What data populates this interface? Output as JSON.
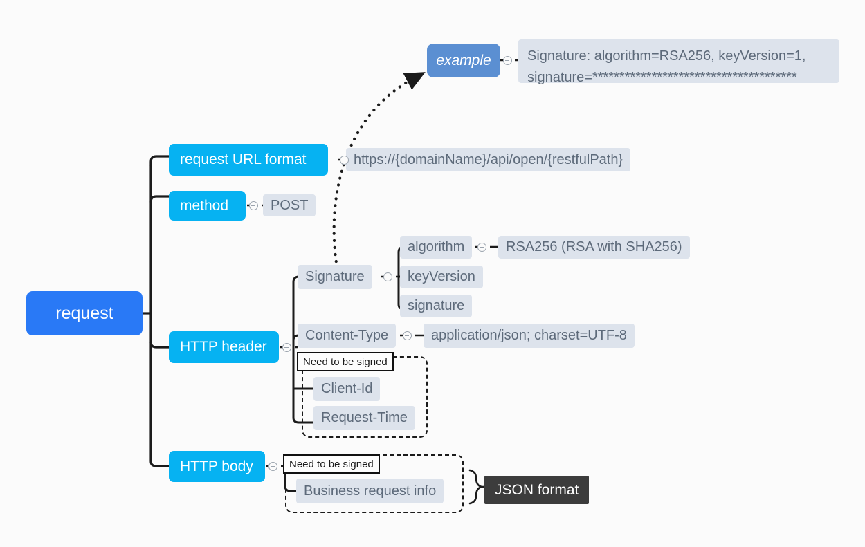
{
  "diagram": {
    "type": "mind-map",
    "title": "request",
    "background": "#fbfbfb",
    "colors": {
      "root": "#2979f6",
      "branch": "#06b2f2",
      "callout": "#5b8fd2",
      "leaf": "#dde3ec",
      "leaf_text": "#5d6a7a",
      "badge": "#3c3c3c",
      "connector": "#1b1b1b"
    }
  },
  "root": {
    "label": "request"
  },
  "branches": [
    {
      "label": "request URL format",
      "value": "https://{domainName}/api/open/{restfulPath}"
    },
    {
      "label": "method",
      "value": "POST"
    },
    {
      "label": "HTTP header",
      "children": [
        {
          "label": "Signature",
          "children": [
            {
              "label": "algorithm",
              "value": "RSA256 (RSA with SHA256)"
            },
            {
              "label": "keyVersion"
            },
            {
              "label": "signature"
            }
          ]
        },
        {
          "label": "Content-Type",
          "value": "application/json; charset=UTF-8"
        },
        {
          "label": "Client-Id"
        },
        {
          "label": "Request-Time"
        }
      ]
    },
    {
      "label": "HTTP body",
      "children": [
        {
          "label": "Business request info"
        }
      ]
    }
  ],
  "callout": {
    "label": "example",
    "value_line1": "Signature: algorithm=RSA256, keyVersion=1,",
    "value_line2": "signature=**************************************"
  },
  "annotations": {
    "header_signed": "Need to be signed",
    "body_signed": "Need to be signed",
    "body_format": "JSON format"
  },
  "icons": {
    "collapse": "collapse-toggle-icon",
    "arrow": "dotted-arrow-icon",
    "brace": "curly-brace-icon"
  }
}
